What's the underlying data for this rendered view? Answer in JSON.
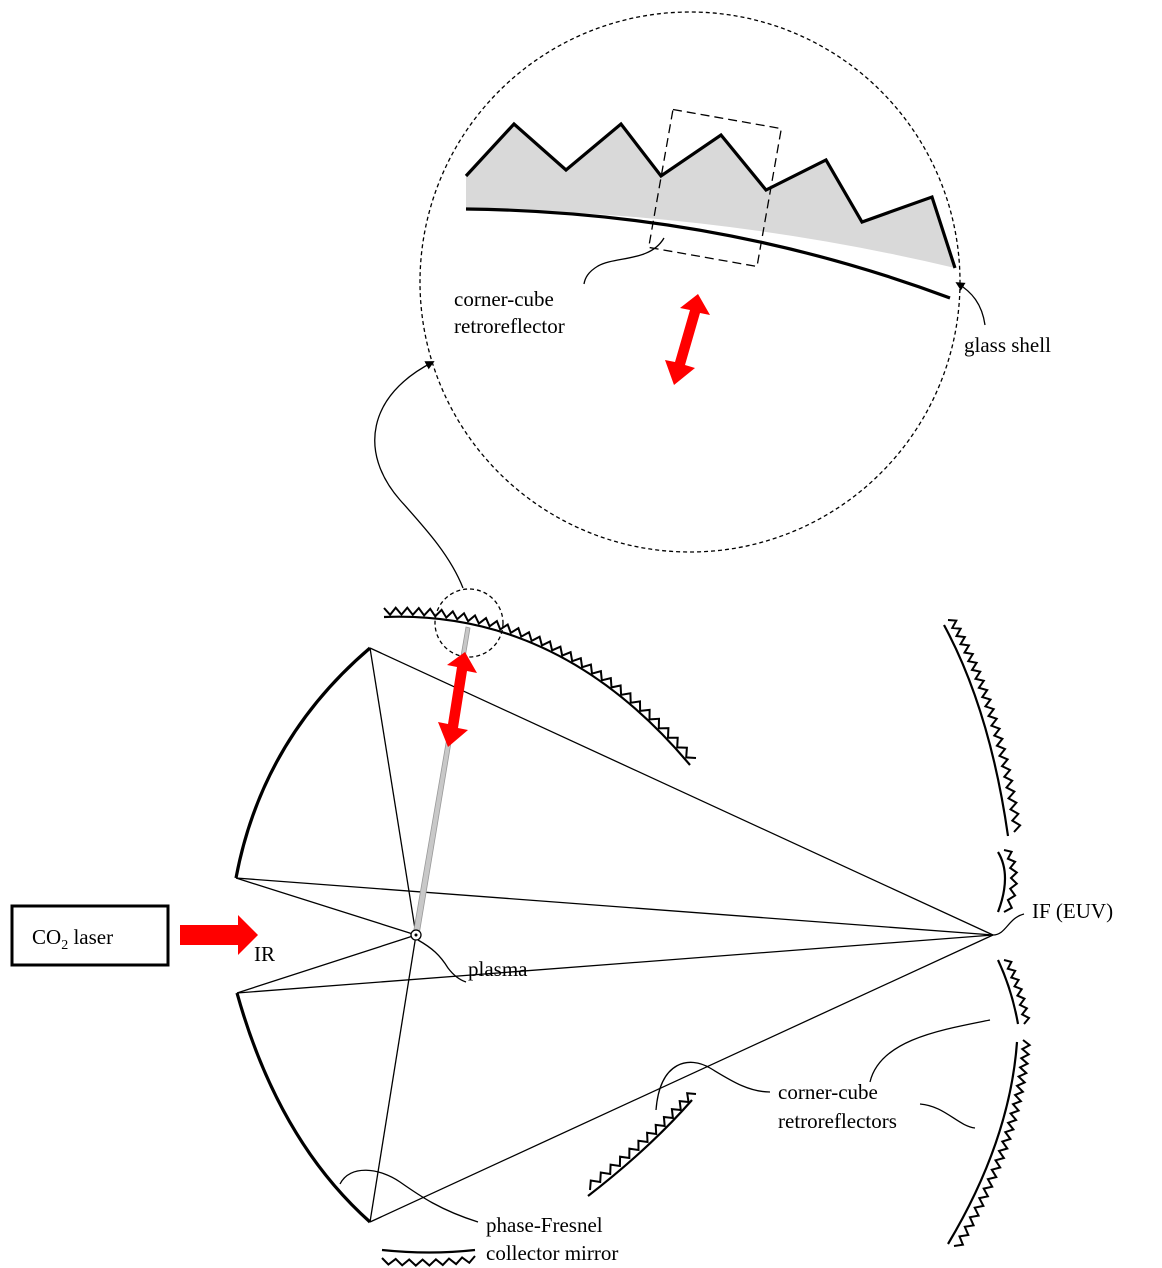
{
  "labels": {
    "laser_box": "CO",
    "laser_sub": "2",
    "laser_rest": " laser",
    "ir": "IR",
    "plasma": "plasma",
    "if_euv": "IF (EUV)",
    "inset_label_line1": "corner-cube",
    "inset_label_line2": "retroreflector",
    "glass_shell": "glass shell",
    "retro_line1": "corner-cube",
    "retro_line2": "retroreflectors",
    "collector_line1": "phase-Fresnel",
    "collector_line2": "collector mirror"
  },
  "colors": {
    "arrow_red": "#ff0000",
    "shell_fill": "#d9d9d9",
    "beam_gray": "#c8c8c8"
  }
}
